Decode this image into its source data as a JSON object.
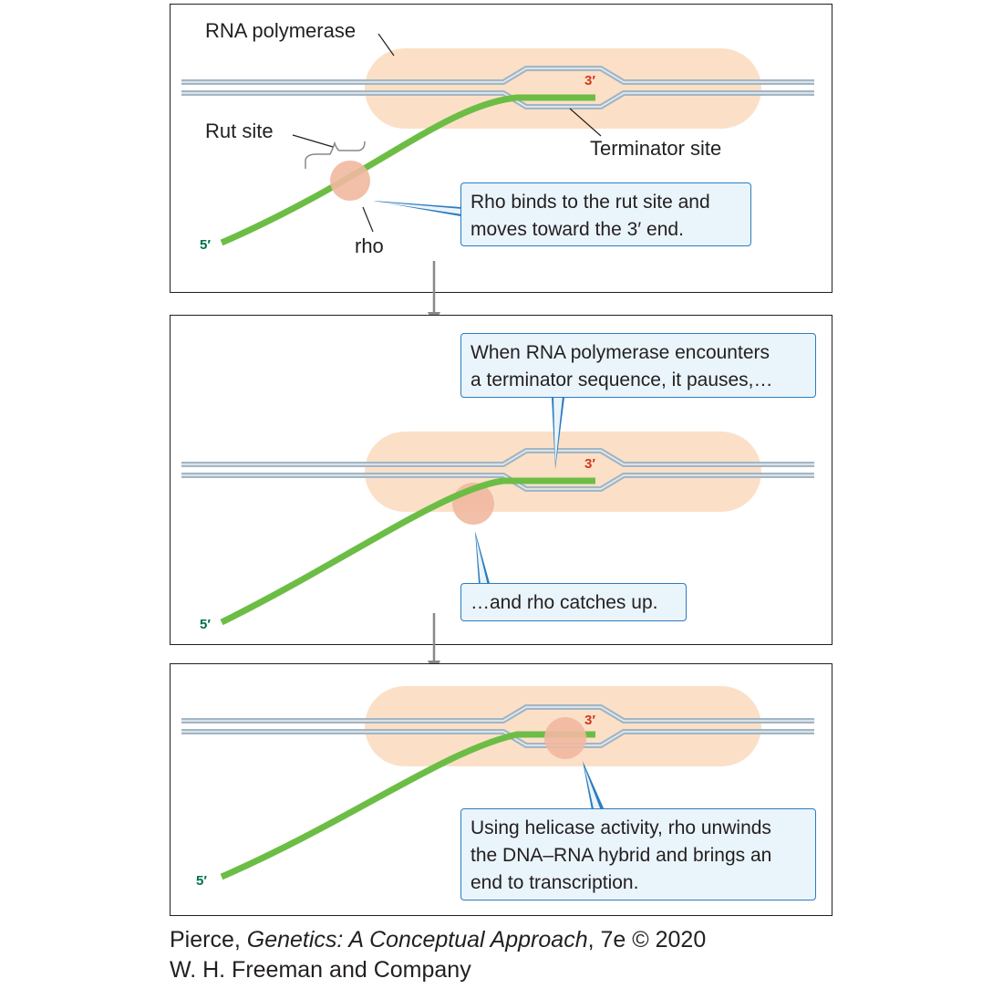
{
  "panels": [
    {
      "labels": {
        "rna_polymerase": "RNA polymerase",
        "rut_site": "Rut site",
        "terminator_site": "Terminator site",
        "rho": "rho",
        "end5": "5′",
        "end3": "3′"
      },
      "callout": [
        "Rho binds to the rut site and",
        "moves toward the 3′ end."
      ]
    },
    {
      "labels": {
        "end5": "5′",
        "end3": "3′"
      },
      "callout_top": [
        "When RNA polymerase encounters",
        "a terminator sequence, it pauses,…"
      ],
      "callout_bottom": [
        "…and rho catches up."
      ]
    },
    {
      "labels": {
        "end5": "5′",
        "end3": "3′"
      },
      "callout": [
        "Using helicase activity, rho unwinds",
        "the DNA–RNA hybrid and brings an",
        "end to transcription."
      ]
    }
  ],
  "credit": {
    "line1_prefix": "Pierce, ",
    "line1_title": "Genetics: A Conceptual Approach",
    "line1_suffix": ", 7e © 2020",
    "line2": "W. H. Freeman and Company"
  },
  "colors": {
    "polymerase": "#fbe0c7",
    "dna": "#a3b6c4",
    "rna": "#6cbd45",
    "rho": "#f1b8a0",
    "callout_fill": "#eaf4fb",
    "callout_border": "#2c7cbf",
    "five_prime": "#00704a",
    "three_prime": "#d03a1f"
  }
}
